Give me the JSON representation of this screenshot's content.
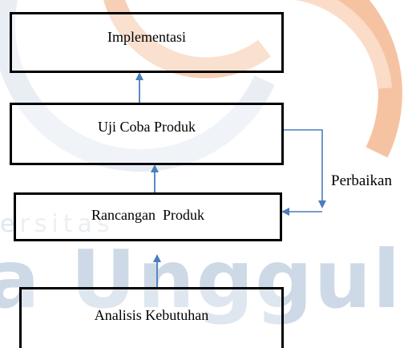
{
  "diagram": {
    "boxes": {
      "implementasi": "Implementasi",
      "uji_coba": "Uji Coba Produk",
      "rancangan": "Rancangan  Produk",
      "analisis": "Analisis Kebutuhan"
    },
    "feedback_label": "Perbaikan"
  },
  "watermark": {
    "line1": "ersitas",
    "line2": "a Unggul"
  },
  "colors": {
    "box_border": "#000000",
    "arrow": "#4a7ebb",
    "watermark_blue": "#cdd9e6",
    "watermark_orange": "#f6c3a2"
  }
}
